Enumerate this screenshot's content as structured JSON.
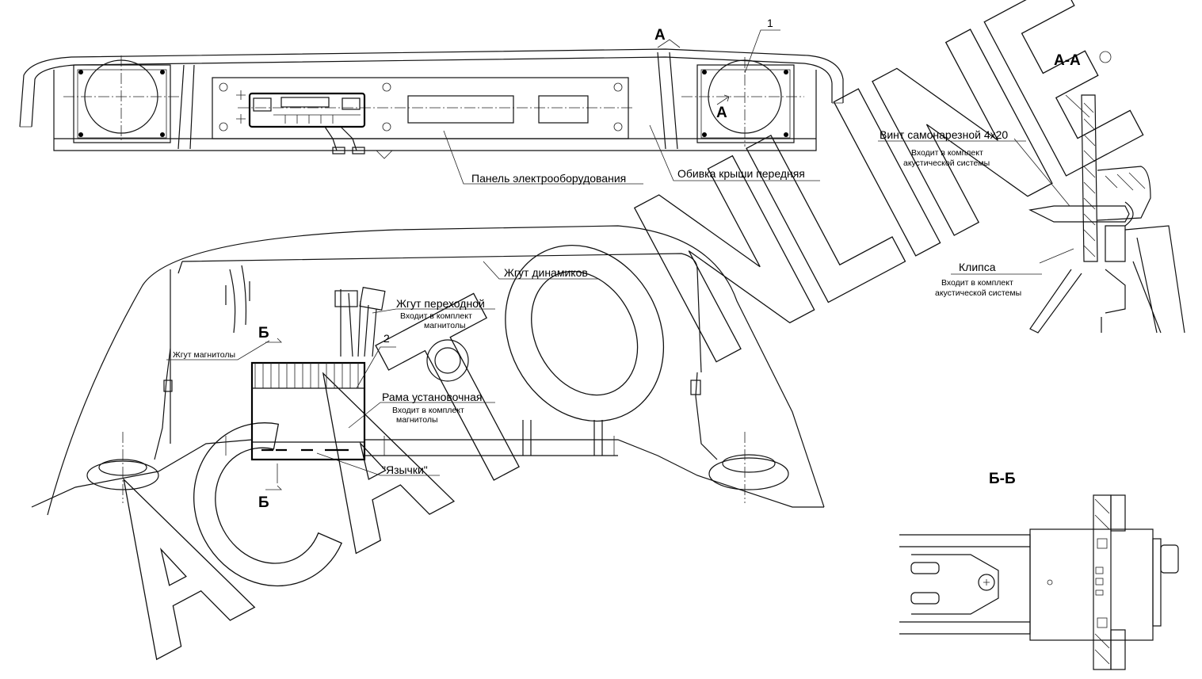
{
  "labels": {
    "panel": "Панель электрооборудования",
    "roof_trim": "Обивка крыши передняя",
    "speaker_harness": "Жгут динамиков",
    "adapter_harness": "Жгут переходной",
    "adapter_note_1": "Входит в комплект",
    "adapter_note_2": "магнитолы",
    "radio_harness": "Жгут магнитолы",
    "frame": "Рама установочная",
    "frame_note_1": "Входит в комплект",
    "frame_note_2": "магнитолы",
    "tabs": "\"Язычки\"",
    "screw": "Винт самонарезной 4х20",
    "screw_note_1": "Входит в комплект",
    "screw_note_2": "акустической системы",
    "clip": "Клипса",
    "clip_note_1": "Входит в комплект",
    "clip_note_2": "акустической системы"
  },
  "markers": {
    "pos1": "1",
    "pos2": "2",
    "sec_a": "А",
    "sec_b": "Б",
    "view_aa": "А-А",
    "view_bb": "Б-Б"
  },
  "watermark": "ACAT ONLINE"
}
